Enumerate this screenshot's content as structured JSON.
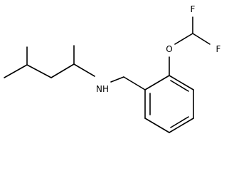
{
  "molecule": {
    "atoms": {
      "f_top": "F",
      "f_bottom": "F",
      "oxygen": "O",
      "nitrogen": "NH"
    }
  }
}
